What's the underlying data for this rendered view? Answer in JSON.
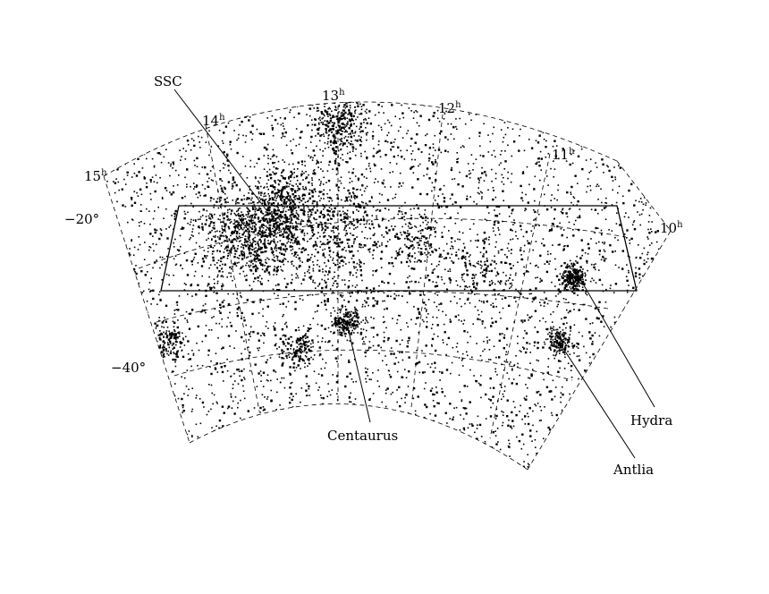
{
  "ra_labels": [
    {
      "hour": "15",
      "unit": "h"
    },
    {
      "hour": "14",
      "unit": "h"
    },
    {
      "hour": "13",
      "unit": "h"
    },
    {
      "hour": "12",
      "unit": "h"
    },
    {
      "hour": "11",
      "unit": "h"
    },
    {
      "hour": "10",
      "unit": "h"
    }
  ],
  "dec_labels": [
    "−20°",
    "−40°"
  ],
  "clusters": {
    "ssc": "SSC",
    "centaurus": "Centaurus",
    "hydra": "Hydra",
    "antlia": "Antlia"
  },
  "colors": {
    "ink": "#000000",
    "background": "#ffffff"
  }
}
